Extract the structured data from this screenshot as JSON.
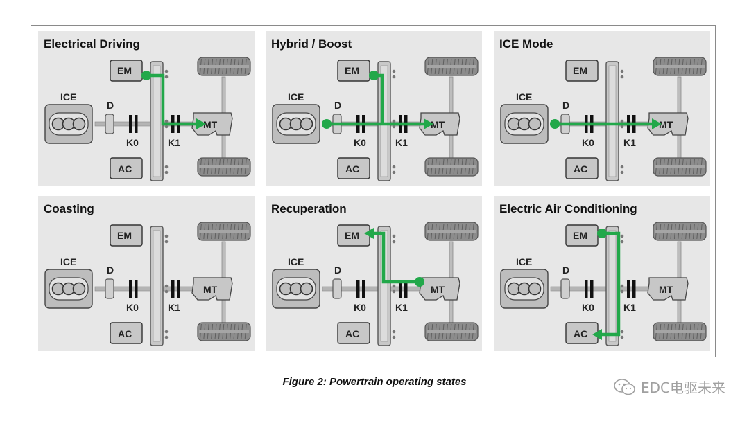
{
  "figure": {
    "caption": "Figure 2: Powertrain operating states",
    "labels": {
      "ice": "ICE",
      "em": "EM",
      "ac": "AC",
      "mt": "MT",
      "damper": "D",
      "clutch_k0": "K0",
      "clutch_k1": "K1"
    },
    "flow_color": "#22a84a",
    "panels": [
      {
        "title": "Electrical Driving",
        "flow": "em-to-mt"
      },
      {
        "title": "Hybrid / Boost",
        "flow": "ice-and-em-to-mt"
      },
      {
        "title": "ICE Mode",
        "flow": "ice-to-mt"
      },
      {
        "title": "Coasting",
        "flow": "none"
      },
      {
        "title": "Recuperation",
        "flow": "mt-to-em"
      },
      {
        "title": "Electric Air Conditioning",
        "flow": "em-to-ac"
      }
    ]
  },
  "watermark": {
    "text": "EDC电驱未来",
    "icon": "wechat-icon"
  }
}
